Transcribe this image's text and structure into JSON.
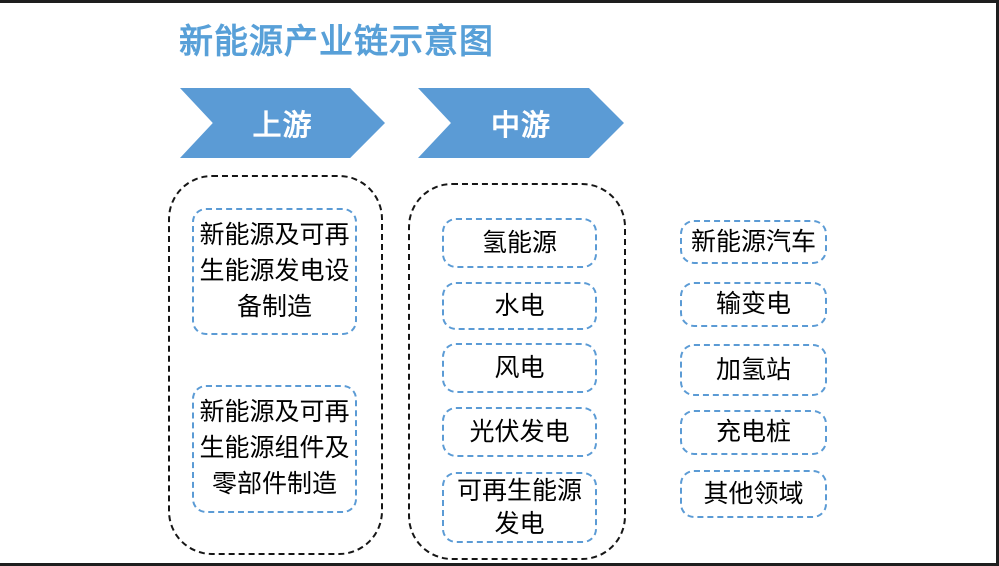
{
  "title": "新能源产业链示意图",
  "colors": {
    "title_blue": "#58A0D8",
    "arrow_blue": "#5B9BD5",
    "arrow_text": "#FFFFFF",
    "node_border_blue": "#5B9BD5",
    "group_border_dark": "#161616",
    "node_text": "#000000",
    "background": "#FFFFFF"
  },
  "stages": [
    {
      "name": "upstream",
      "arrow_label": "上游",
      "items": [
        "新能源及可再生能源发电设备制造",
        "新能源及可再生能源组件及零部件制造"
      ]
    },
    {
      "name": "midstream",
      "arrow_label": "中游",
      "items": [
        "氢能源",
        "水电",
        "风电",
        "光伏发电",
        "可再生能源发电"
      ]
    },
    {
      "name": "downstream",
      "items": [
        "新能源汽车",
        "输变电",
        "加氢站",
        "充电桩",
        "其他领域"
      ]
    }
  ]
}
